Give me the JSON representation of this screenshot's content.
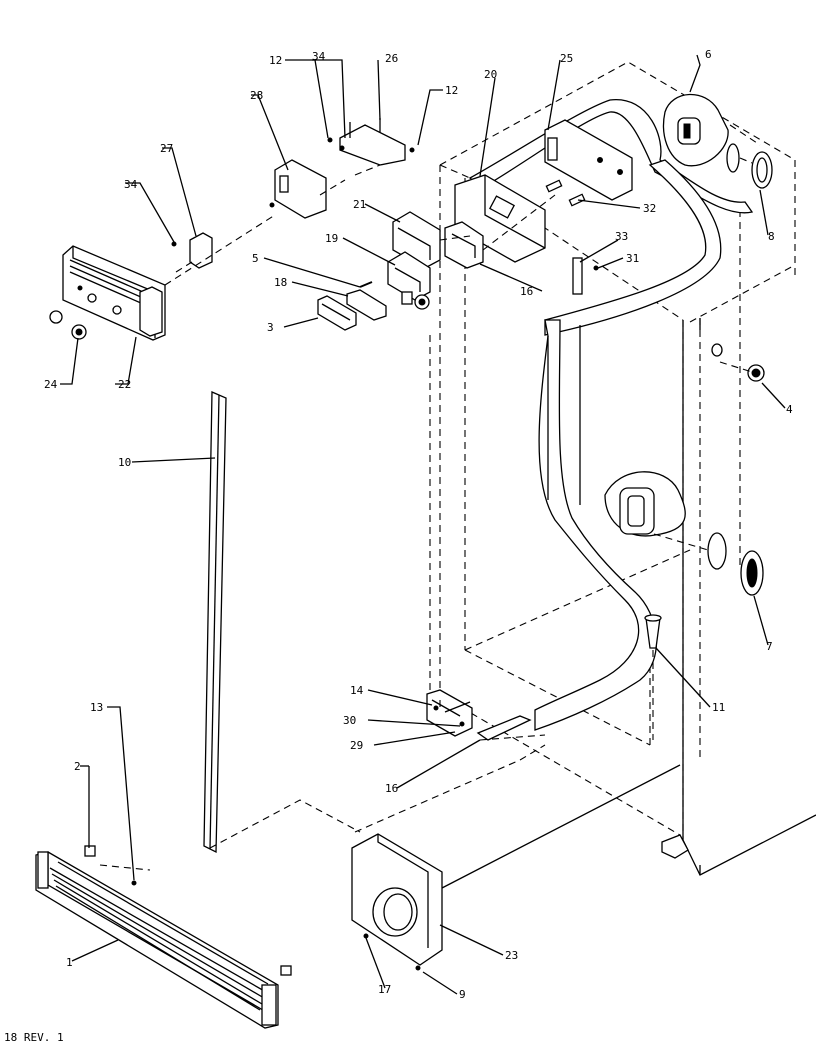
{
  "diagram": {
    "revision": "18 REV. 1",
    "callouts": {
      "c1": "1",
      "c2": "2",
      "c3": "3",
      "c4": "4",
      "c5": "5",
      "c6": "6",
      "c7": "7",
      "c8": "8",
      "c9": "9",
      "c10": "10",
      "c11": "11",
      "c12a": "12",
      "c12b": "12",
      "c13": "13",
      "c14": "14",
      "c16a": "16",
      "c16b": "16",
      "c17": "17",
      "c18": "18",
      "c19": "19",
      "c20": "20",
      "c21": "21",
      "c22": "22",
      "c23": "23",
      "c24": "24",
      "c25": "25",
      "c26": "26",
      "c27": "27",
      "c28": "28",
      "c29": "29",
      "c30": "30",
      "c31": "31",
      "c32": "32",
      "c33": "33",
      "c34a": "34",
      "c34b": "34"
    }
  }
}
